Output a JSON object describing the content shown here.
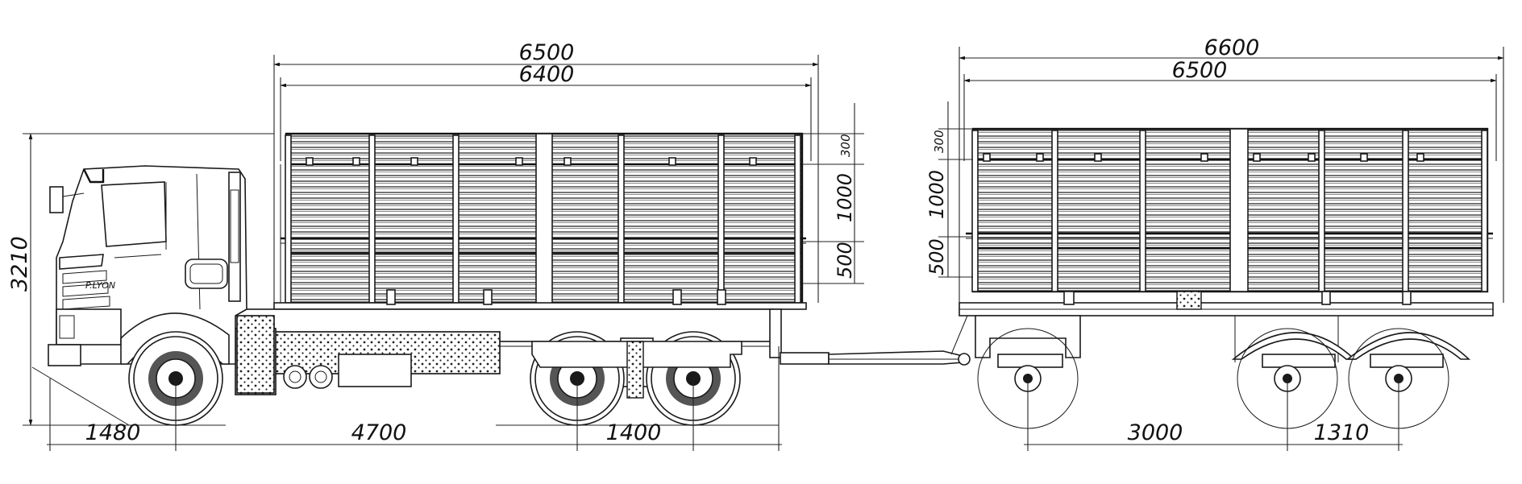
{
  "figure": {
    "subject": "truck-with-trailer-dimension-drawing"
  },
  "cab_badge": "P.LYON",
  "truck": {
    "overall_length": "6500",
    "body_length": "6400",
    "total_height": "3210",
    "side_top": "300",
    "side_middle": "1000",
    "side_bottom": "500",
    "front_overhang": "1480",
    "wheelbase": "4700",
    "rear_axle_spacing": "1400"
  },
  "trailer": {
    "overall_length": "6600",
    "body_length": "6500",
    "side_top": "300",
    "side_middle": "1000",
    "side_bottom": "500",
    "axle_base": "3000",
    "rear_axle_spacing": "1310"
  }
}
